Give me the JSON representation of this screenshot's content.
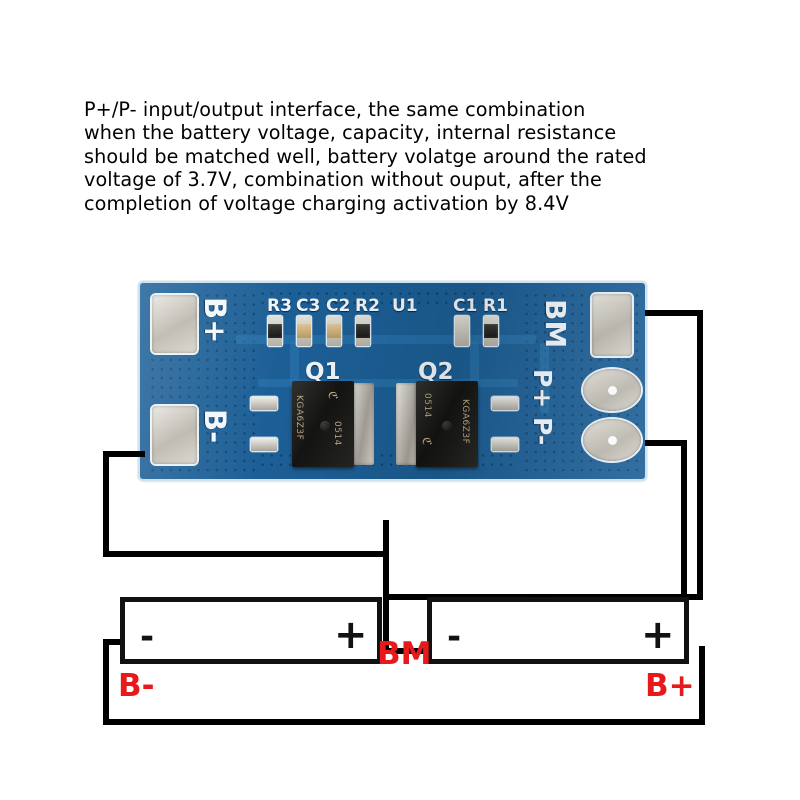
{
  "caption": {
    "lines": [
      "P+/P- input/output interface, the same combination",
      "when the battery voltage, capacity, internal resistance",
      "should be matched well, battery volatge around the rated",
      "voltage of 3.7V, combination without ouput, after the",
      "completion of voltage charging activation by 8.4V"
    ]
  },
  "pcb": {
    "silk": {
      "b_plus": "B+",
      "b_minus": "B-",
      "bm": "BM",
      "p_plus": "P+",
      "p_minus": "P-",
      "r3": "R3",
      "c3": "C3",
      "c2": "C2",
      "r2": "R2",
      "u1": "U1",
      "c1": "C1",
      "r1": "R1",
      "q1": "Q1",
      "q2": "Q2"
    },
    "mosfets": [
      {
        "ref": "Q1",
        "part": "KGA6Z3F",
        "datecode": "0514"
      },
      {
        "ref": "Q2",
        "part": "KGA6Z3F",
        "datecode": "0514"
      }
    ],
    "colors": {
      "solder_mask": "#1c5f96",
      "silkscreen": "#f2f7fb",
      "pad_metal": "#cfcbc2"
    }
  },
  "diagram": {
    "cells": [
      {
        "negative": "-",
        "positive": "+"
      },
      {
        "negative": "-",
        "positive": "+"
      }
    ],
    "labels": {
      "bm": "BM",
      "b_minus": "B-",
      "b_plus": "B+"
    },
    "colors": {
      "wire": "#000000",
      "label": "#e8191b"
    }
  }
}
